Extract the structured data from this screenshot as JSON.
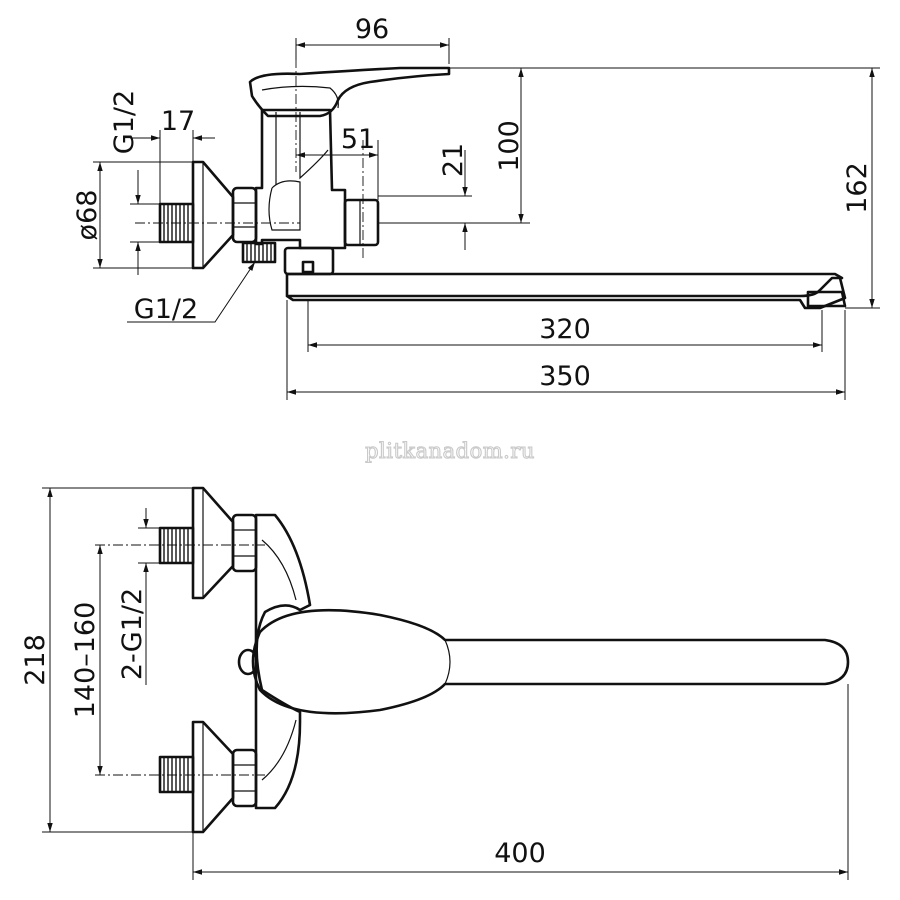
{
  "watermark": "plitkanadom.ru",
  "side_view": {
    "dims": {
      "handle_width": "96",
      "inlet_thread": "G1/2",
      "nut_offset": "17",
      "flange_diameter": "ø68",
      "spout_thread": "G1/2",
      "body_offset": "51",
      "outlet_height": "21",
      "handle_height": "100",
      "total_height": "162",
      "spout_reach": "320",
      "spout_length": "350"
    }
  },
  "top_view": {
    "dims": {
      "total_width": "218",
      "center_distance": "140–160",
      "inlet_threads": "2-G1/2",
      "total_length": "400"
    }
  }
}
